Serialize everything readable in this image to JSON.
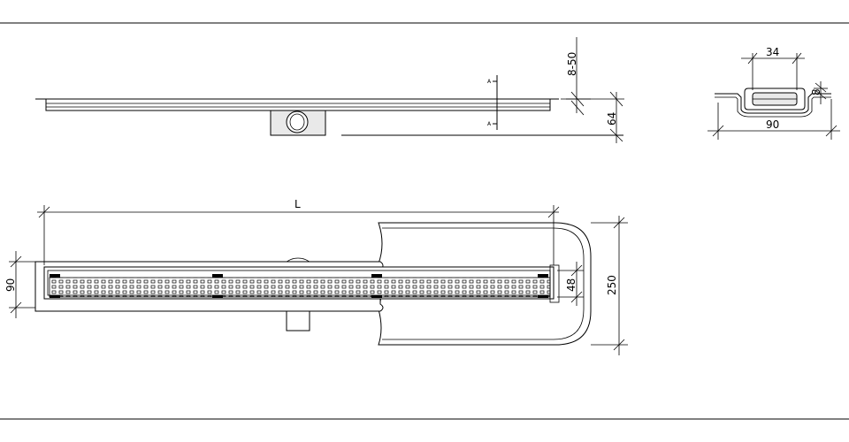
{
  "side_view": {
    "height_label": "8-50",
    "depth_label": "64",
    "section_mark_top": "A",
    "section_mark_bottom": "A"
  },
  "section_view": {
    "inner_width_label": "34",
    "flange_label": "8",
    "width_label": "90"
  },
  "plan_view": {
    "length_label": "L",
    "width_label": "90",
    "channel_label": "48",
    "sheet_width_label": "250"
  }
}
